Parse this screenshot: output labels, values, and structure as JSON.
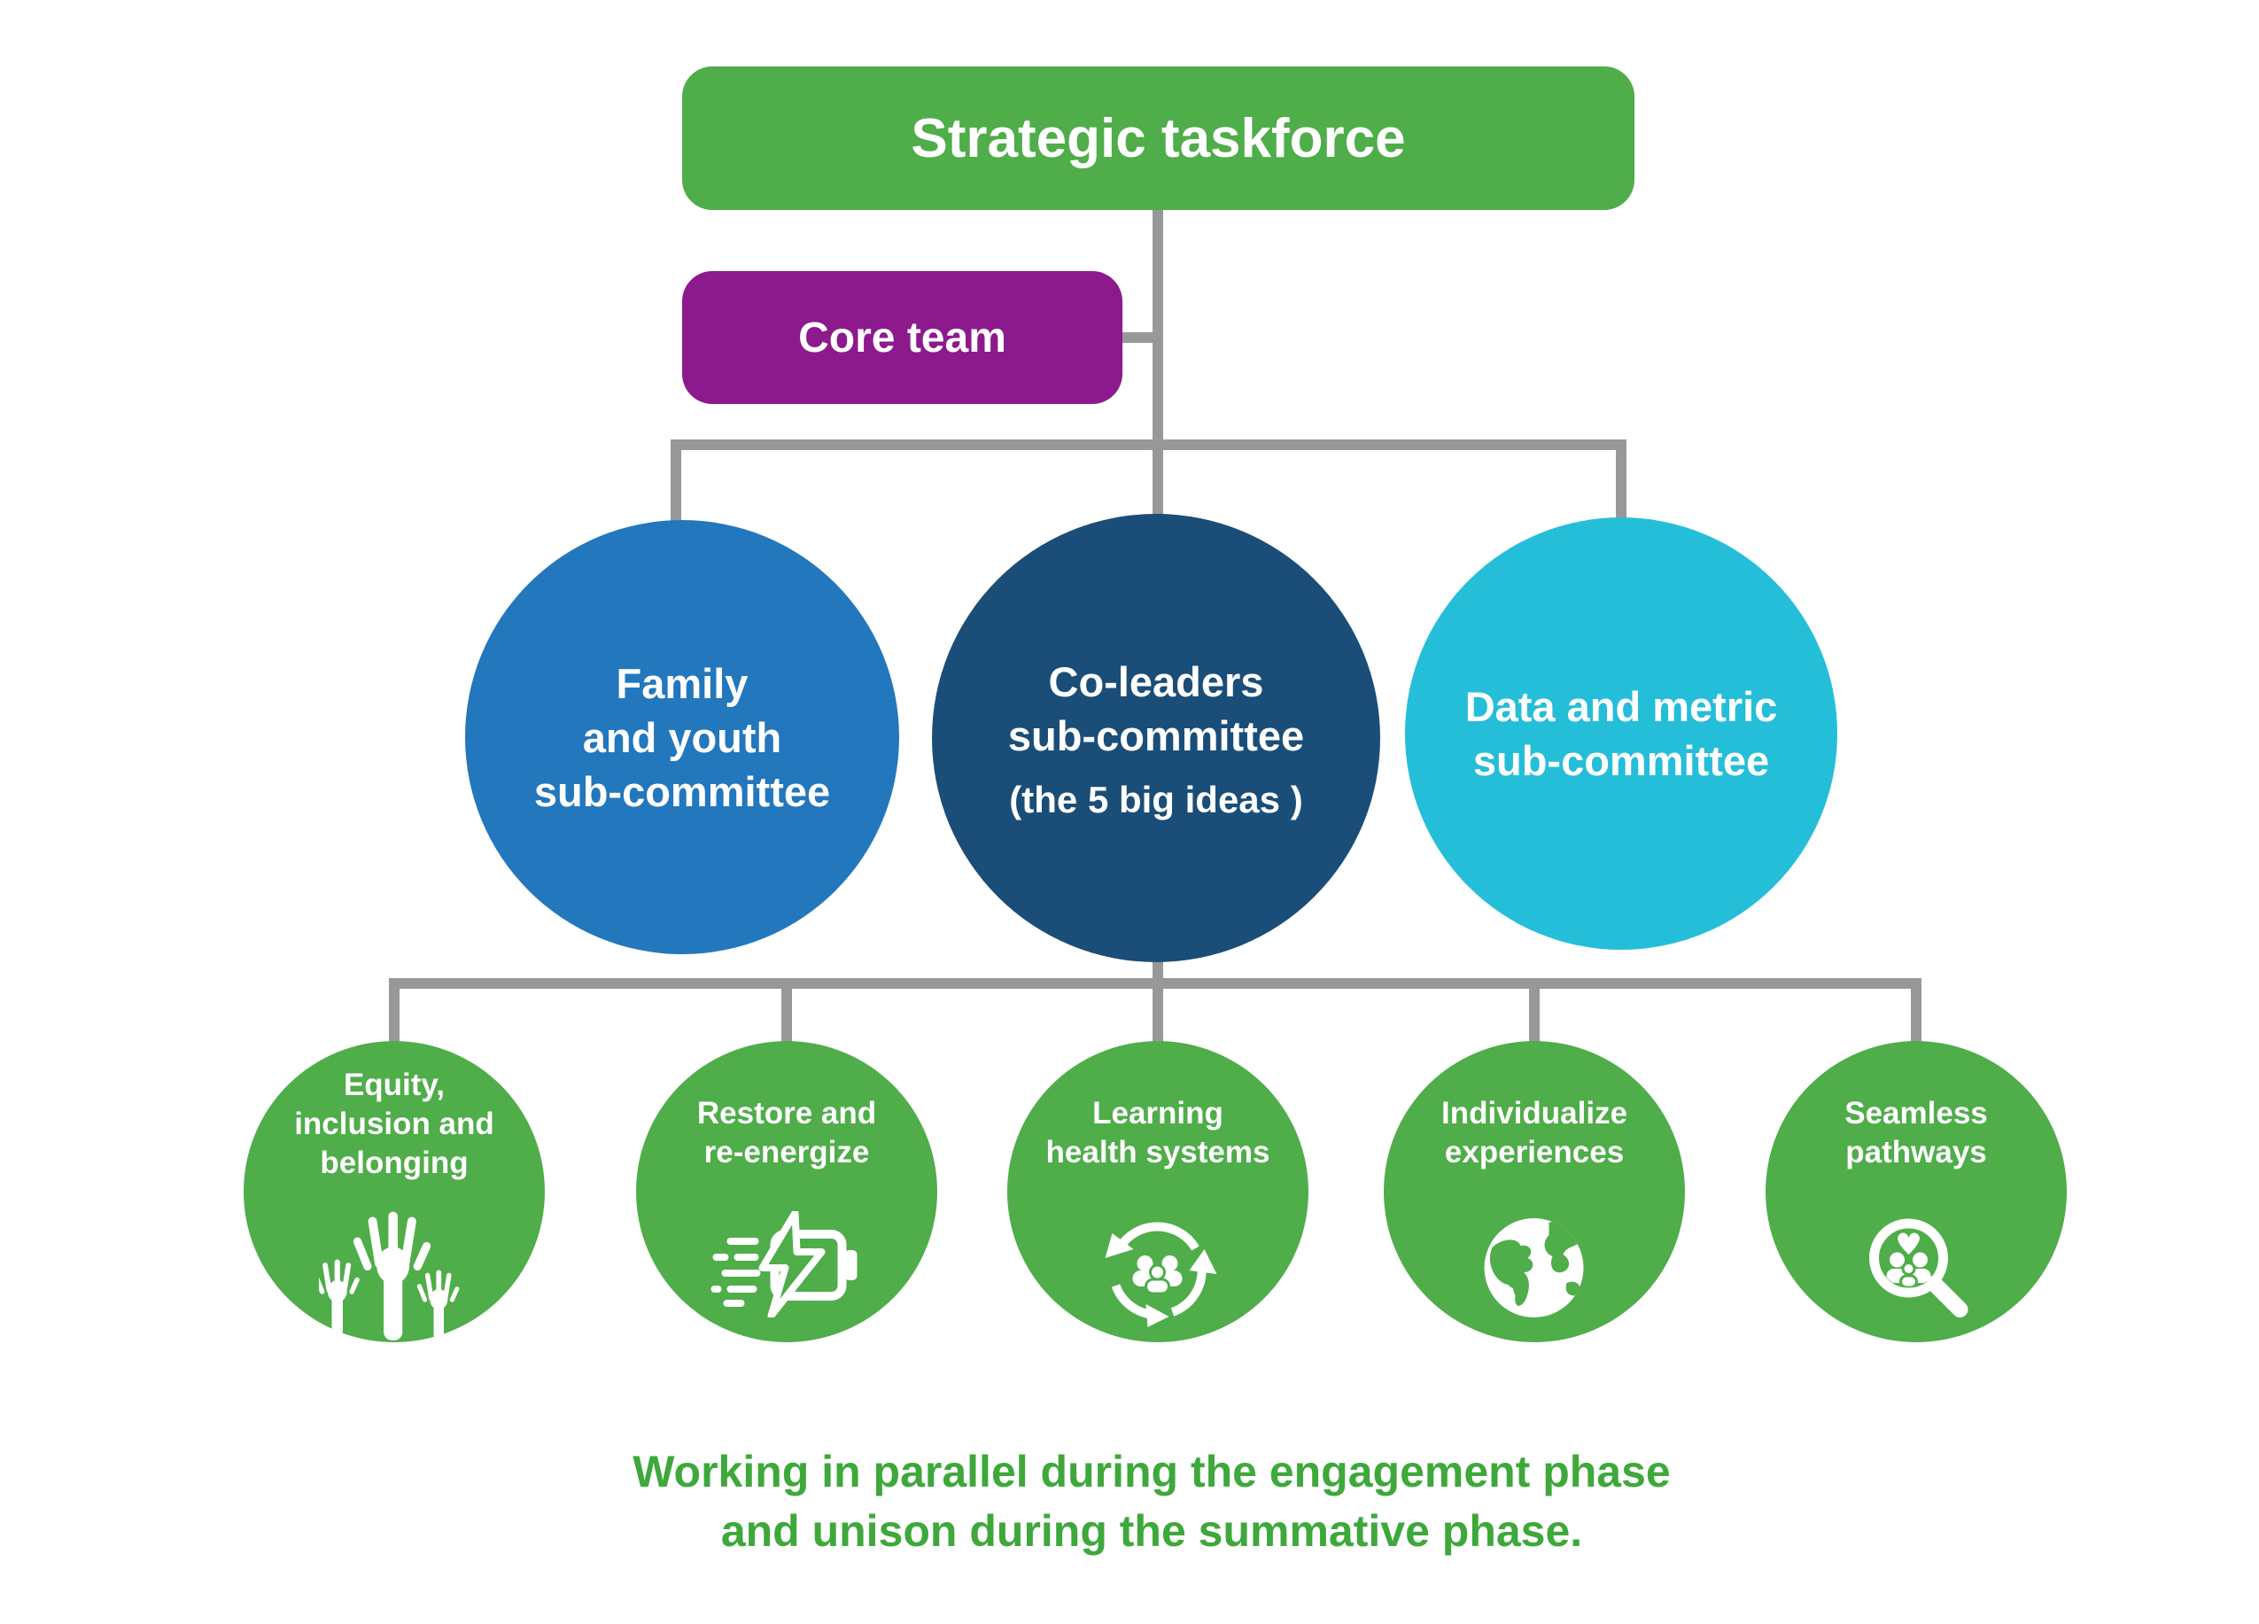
{
  "palette": {
    "green": "#4fad4a",
    "purple": "#8d1a8d",
    "blue": "#2377bd",
    "navy": "#1a4e78",
    "cyan": "#25bed9",
    "connector_gray": "#97989a",
    "caption_green": "#3ea83b",
    "label_white": "#ffffff"
  },
  "nodes": {
    "root": {
      "label": "Strategic taskforce",
      "color": "#4fad4a"
    },
    "core": {
      "label": "Core team",
      "color": "#8d1a8d"
    },
    "family": {
      "lines": [
        "Family",
        "and youth",
        "sub-committee"
      ],
      "color": "#2377bd"
    },
    "coleaders": {
      "lines": [
        "Co-leaders",
        "sub-committee"
      ],
      "subline": "(the 5 big ideas )",
      "color": "#1a4e78"
    },
    "data": {
      "lines": [
        "Data and metric",
        "sub-committee"
      ],
      "color": "#25bed9"
    }
  },
  "big_ideas": [
    {
      "lines": [
        "Equity,",
        "inclusion and",
        "belonging"
      ],
      "icon": "raised-hands",
      "color": "#4fad4a"
    },
    {
      "lines": [
        "Restore and",
        "re-energize"
      ],
      "icon": "battery-recharge",
      "color": "#4fad4a"
    },
    {
      "lines": [
        "Learning",
        "health systems"
      ],
      "icon": "people-learning-cycle",
      "color": "#4fad4a"
    },
    {
      "lines": [
        "Individualize",
        "experiences"
      ],
      "icon": "globe",
      "color": "#4fad4a"
    },
    {
      "lines": [
        "Seamless",
        "pathways"
      ],
      "icon": "magnifier-people",
      "color": "#4fad4a"
    }
  ],
  "caption": {
    "lines": [
      "Working in parallel during the engagement phase",
      "and unison during the summative phase."
    ],
    "color": "#3ea83b"
  }
}
